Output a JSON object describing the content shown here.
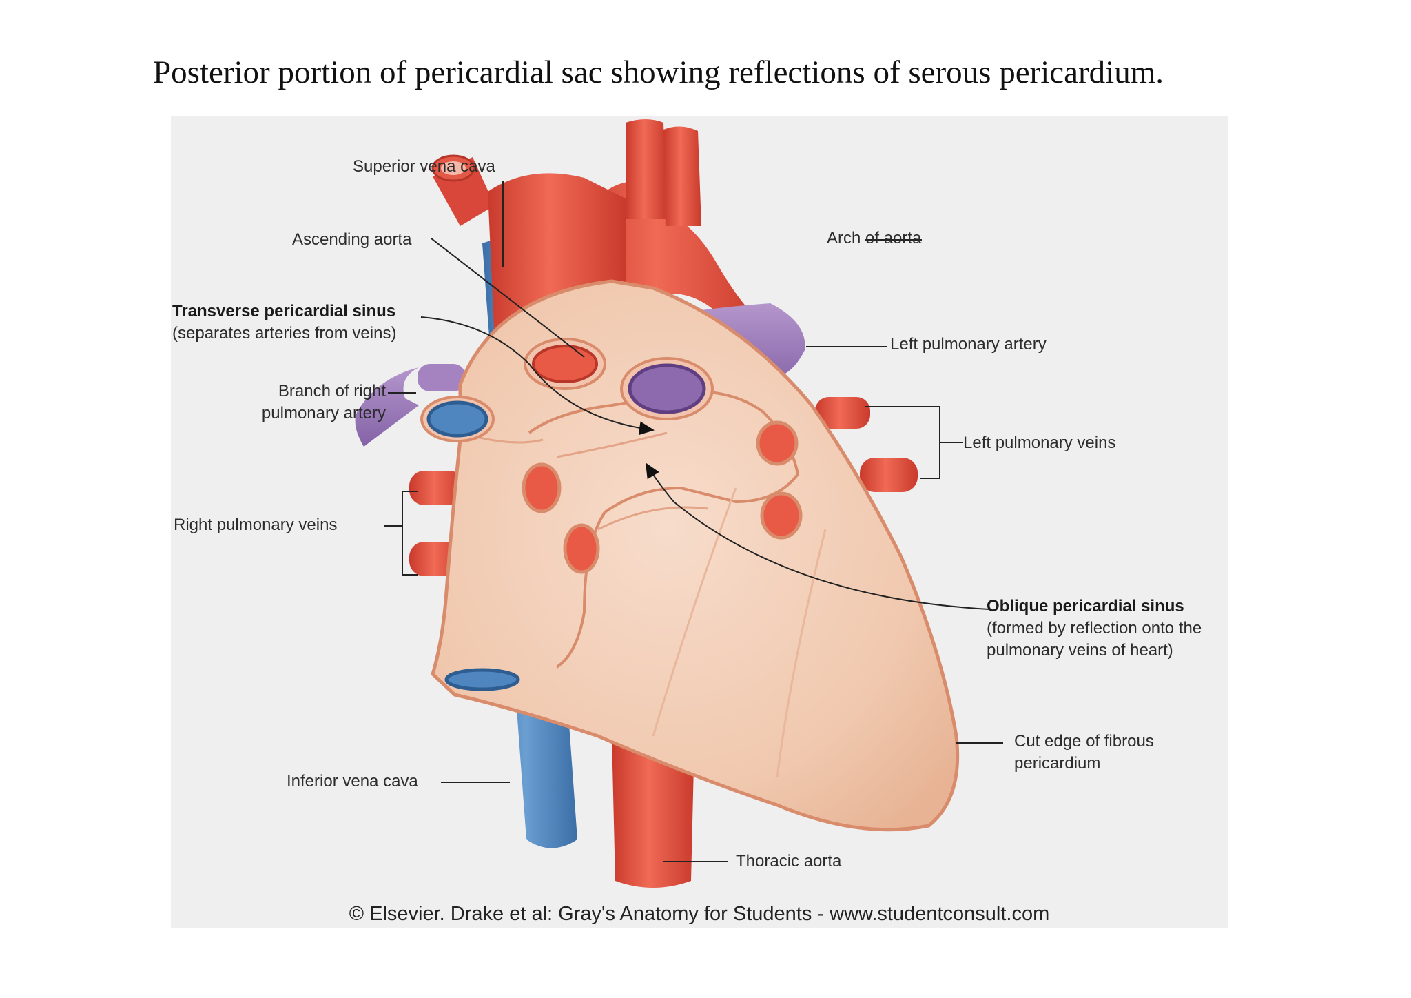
{
  "title": "Posterior portion of pericardial sac showing reflections of serous pericardium.",
  "figure": {
    "labels": {
      "superior_vena_cava": "Superior vena cava",
      "ascending_aorta": "Ascending aorta",
      "transverse_sinus": "Transverse pericardial sinus",
      "transverse_sinus_note": "(separates arteries from veins)",
      "branch_right_pa_1": "Branch of right",
      "branch_right_pa_2": "pulmonary artery",
      "right_pulmonary_veins": "Right pulmonary veins",
      "arch_of_aorta": "Arch of aorta",
      "left_pulmonary_artery": "Left pulmonary artery",
      "left_pulmonary_veins": "Left pulmonary veins",
      "oblique_sinus": "Oblique pericardial sinus",
      "oblique_sinus_note_1": "(formed by reflection onto the",
      "oblique_sinus_note_2": "pulmonary veins of heart)",
      "cut_edge_1": "Cut edge of fibrous",
      "cut_edge_2": "pericardium",
      "inferior_vena_cava": "Inferior vena cava",
      "thoracic_aorta": "Thoracic aorta"
    },
    "credit": "© Elsevier. Drake et al: Gray's Anatomy for Students - www.studentconsult.com"
  },
  "colors": {
    "aorta": "#e8513f",
    "vena_cava": "#4f86bf",
    "pulmonary_artery": "#9a74b8",
    "pericardium": "#f2cdb4",
    "serous_edge": "#d98c6c",
    "figure_bg": "#efeff0"
  }
}
